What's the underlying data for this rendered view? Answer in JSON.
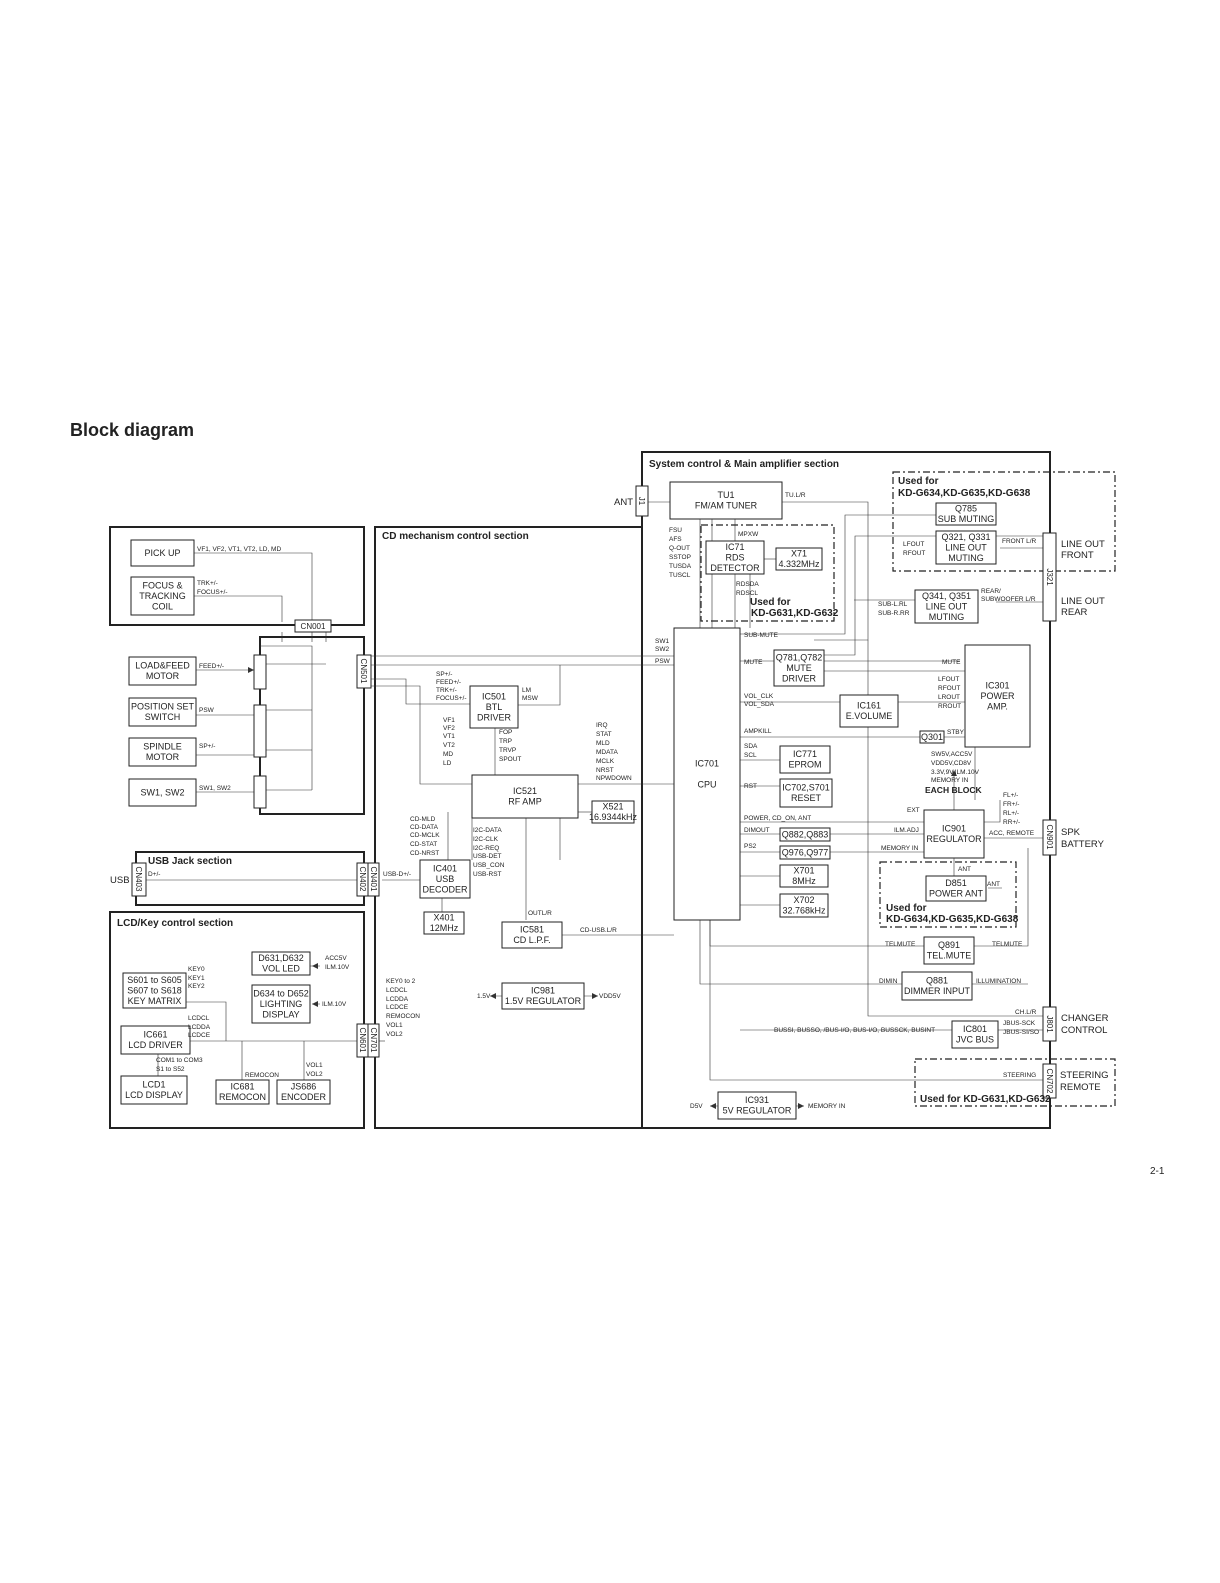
{
  "title": "Block diagram",
  "page_number": "2-1",
  "sections": {
    "system": "System control & Main amplifier section",
    "cd": "CD mechanism control section",
    "usb": "USB Jack section",
    "lcd": "LCD/Key control section"
  },
  "used_for": {
    "kd634_label": "Used for",
    "kd634_models": "KD-G634,KD-G635,KD-G638",
    "kd631_label": "Used for",
    "kd631_models": "KD-G631,KD-G632",
    "ant_label": "Used for",
    "ant_models": "KD-G634,KD-G635,KD-G638",
    "steering": "Used for KD-G631,KD-G632"
  },
  "blocks": [
    {
      "id": "pickup",
      "lines": [
        "PICK UP"
      ]
    },
    {
      "id": "focus",
      "lines": [
        "FOCUS &",
        "TRACKING",
        "COIL"
      ]
    },
    {
      "id": "loadfeed",
      "lines": [
        "LOAD&FEED",
        "MOTOR"
      ]
    },
    {
      "id": "posset",
      "lines": [
        "POSITION SET",
        "SWITCH"
      ]
    },
    {
      "id": "spindle",
      "lines": [
        "SPINDLE",
        "MOTOR"
      ]
    },
    {
      "id": "sw12",
      "lines": [
        "SW1, SW2"
      ]
    },
    {
      "id": "ic501",
      "lines": [
        "IC501",
        "BTL",
        "DRIVER"
      ]
    },
    {
      "id": "ic521",
      "lines": [
        "IC521",
        "RF AMP"
      ]
    },
    {
      "id": "x521",
      "lines": [
        "X521",
        "16.9344kHz"
      ]
    },
    {
      "id": "ic401",
      "lines": [
        "IC401",
        "USB",
        "DECODER"
      ]
    },
    {
      "id": "x401",
      "lines": [
        "X401",
        "12MHz"
      ]
    },
    {
      "id": "ic581",
      "lines": [
        "IC581",
        "CD L.P.F."
      ]
    },
    {
      "id": "ic981",
      "lines": [
        "IC981",
        "1.5V REGULATOR"
      ]
    },
    {
      "id": "tu1",
      "lines": [
        "TU1",
        "FM/AM TUNER"
      ]
    },
    {
      "id": "ic71",
      "lines": [
        "IC71",
        "RDS",
        "DETECTOR"
      ]
    },
    {
      "id": "x71",
      "lines": [
        "X71",
        "4.332MHz"
      ]
    },
    {
      "id": "ic701",
      "lines": [
        "IC701",
        "",
        "CPU"
      ]
    },
    {
      "id": "q781",
      "lines": [
        "Q781,Q782",
        "MUTE",
        "DRIVER"
      ]
    },
    {
      "id": "ic161",
      "lines": [
        "IC161",
        "E.VOLUME"
      ]
    },
    {
      "id": "ic771",
      "lines": [
        "IC771",
        "EPROM"
      ]
    },
    {
      "id": "ic702",
      "lines": [
        "IC702,S701",
        "RESET"
      ]
    },
    {
      "id": "q882",
      "lines": [
        "Q882,Q883"
      ]
    },
    {
      "id": "q976",
      "lines": [
        "Q976,Q977"
      ]
    },
    {
      "id": "x701",
      "lines": [
        "X701",
        "8MHz"
      ]
    },
    {
      "id": "x702",
      "lines": [
        "X702",
        "32.768kHz"
      ]
    },
    {
      "id": "ic931",
      "lines": [
        "IC931",
        "5V REGULATOR"
      ]
    },
    {
      "id": "q785",
      "lines": [
        "Q785",
        "SUB MUTING"
      ]
    },
    {
      "id": "q321",
      "lines": [
        "Q321, Q331",
        "LINE OUT",
        "MUTING"
      ]
    },
    {
      "id": "q341",
      "lines": [
        "Q341, Q351",
        "LINE OUT",
        "MUTING"
      ]
    },
    {
      "id": "ic301",
      "lines": [
        "IC301",
        "POWER",
        "AMP."
      ]
    },
    {
      "id": "q301",
      "lines": [
        "Q301"
      ]
    },
    {
      "id": "ic901",
      "lines": [
        "IC901",
        "REGULATOR"
      ]
    },
    {
      "id": "d851",
      "lines": [
        "D851",
        "POWER ANT"
      ]
    },
    {
      "id": "q891",
      "lines": [
        "Q891",
        "TEL.MUTE"
      ]
    },
    {
      "id": "q881",
      "lines": [
        "Q881",
        "DIMMER INPUT"
      ]
    },
    {
      "id": "ic801",
      "lines": [
        "IC801",
        "JVC BUS"
      ]
    },
    {
      "id": "d631",
      "lines": [
        "D631,D632",
        "VOL LED"
      ]
    },
    {
      "id": "d634",
      "lines": [
        "D634 to D652",
        "LIGHTING",
        "DISPLAY"
      ]
    },
    {
      "id": "s601",
      "lines": [
        "S601 to S605",
        "S607 to S618",
        "KEY MATRIX"
      ]
    },
    {
      "id": "ic661",
      "lines": [
        "IC661",
        "LCD DRIVER"
      ]
    },
    {
      "id": "lcd1",
      "lines": [
        "LCD1",
        "LCD DISPLAY"
      ]
    },
    {
      "id": "ic681",
      "lines": [
        "IC681",
        "REMOCON"
      ]
    },
    {
      "id": "js686",
      "lines": [
        "JS686",
        "ENCODER"
      ]
    }
  ],
  "connectors": [
    {
      "id": "cn001",
      "label": "CN001"
    },
    {
      "id": "cn501",
      "label": "CN501"
    },
    {
      "id": "cn401",
      "label": "CN401"
    },
    {
      "id": "cn402",
      "label": "CN402"
    },
    {
      "id": "cn403",
      "label": "CN403"
    },
    {
      "id": "cn701",
      "label": "CN701"
    },
    {
      "id": "cn601",
      "label": "CN601"
    },
    {
      "id": "j1",
      "label": "J1"
    },
    {
      "id": "j321",
      "label": "J321"
    },
    {
      "id": "cn901",
      "label": "CN901"
    },
    {
      "id": "j801",
      "label": "J801"
    },
    {
      "id": "cn702",
      "label": "CN702"
    }
  ],
  "external": {
    "ant": "ANT",
    "usb": "USB",
    "line_out_front": [
      "LINE OUT",
      "FRONT"
    ],
    "line_out_rear": [
      "LINE OUT",
      "REAR"
    ],
    "spk_battery": [
      "SPK",
      "BATTERY"
    ],
    "changer": [
      "CHANGER",
      "CONTROL"
    ],
    "steering": [
      "STEERING",
      "REMOTE"
    ]
  },
  "signals": {
    "s1": "VF1, VF2, VT1, VT2, LD, MD",
    "s2": [
      "TRK+/-",
      "FOCUS+/-"
    ],
    "s3": "FEED+/-",
    "s4": "PSW",
    "s5": "SP+/-",
    "s6": "SW1, SW2",
    "s7": [
      "SP+/-",
      "FEED+/-",
      "TRK+/-",
      "FOCUS+/-"
    ],
    "s8": [
      "LM",
      "MSW"
    ],
    "s9": [
      "VF1",
      "VF2",
      "VT1",
      "VT2",
      "MD",
      "LD"
    ],
    "s10": [
      "FOP",
      "TRP",
      "TRVP",
      "SPOUT"
    ],
    "s11": [
      "IRQ",
      "STAT",
      "MLD",
      "MDATA",
      "MCLK",
      "NRST",
      "NPWDOWN"
    ],
    "s12": [
      "CD-MLD",
      "CD-DATA",
      "CD-MCLK",
      "CD-STAT",
      "CD-NRST"
    ],
    "s13": [
      "I2C-DATA",
      "I2C-CLK",
      "I2C-REQ",
      "USB-DET",
      "USB_CON",
      "USB-RST"
    ],
    "s14": "D+/-",
    "s15": "USB-D+/-",
    "s16": "OUTL/R",
    "s17": "CD-USB.L/R",
    "s18": "1.5V",
    "s19": "VDD5V",
    "s20": [
      "FSU",
      "AFS",
      "Q-OUT",
      "SSTOP",
      "TUSDA",
      "TUSCL"
    ],
    "s21": "MPXW",
    "s22": [
      "RDSDA",
      "RDSCL"
    ],
    "s23": "TU.L/R",
    "s24": [
      "SW1",
      "SW2"
    ],
    "s25": "PSW",
    "s26": "SUB-MUTE",
    "s27": "MUTE",
    "s28": [
      "VOL_CLK",
      "VOL_SDA"
    ],
    "s29": "AMPKILL",
    "s30": [
      "SDA",
      "SCL"
    ],
    "s31": "RST",
    "s32": "POWER, CD_ON, ANT",
    "s33": "DIMOUT",
    "s34": "PS2",
    "s35": [
      "LFOUT",
      "RFOUT"
    ],
    "s36": "FRONT L/R",
    "s37": [
      "REAR/",
      "SUBWOOFER L/R"
    ],
    "s38": [
      "SUB-L.RL",
      "SUB-R.RR"
    ],
    "s39": "MUTE",
    "s40": [
      "LFOUT",
      "RFOUT",
      "LROUT",
      "RROUT"
    ],
    "s41": "STBY",
    "s42": [
      "SW5V,ACC5V",
      "VDD5V,CD8V",
      "3.3V,9V,ILM.10V",
      "MEMORY IN"
    ],
    "s43": "EACH BLOCK",
    "s44": [
      "FL+/-",
      "FR+/-",
      "RL+/-",
      "RR+/-"
    ],
    "s45": "EXT",
    "s46": "ILM.ADJ",
    "s47": "MEMORY IN",
    "s48": "ACC, REMOTE",
    "s49": "ANT",
    "s50": "ANT",
    "s51": "TELMUTE",
    "s52": "TELMUTE",
    "s53": "DIMIN",
    "s54": "ILLUMINATION",
    "s55": "CH.L/R",
    "s56": [
      "JBUS-SCK",
      "JBUS-SI/SO"
    ],
    "s57": "BUSSI, BUSSO, /BUS-I/O, BUS-I/O, BUSSCK, BUSINT",
    "s58": "STEERING",
    "s59": "D5V",
    "s60": "MEMORY IN",
    "s61": [
      "KEY0 to 2",
      "LCDCL",
      "LCDDA",
      "LCDCE",
      "REMOCON",
      "VOL1",
      "VOL2"
    ],
    "s62": [
      "ACC5V",
      "ILM.10V"
    ],
    "s63": "ILM.10V",
    "s64": [
      "KEY0",
      "KEY1",
      "KEY2"
    ],
    "s65": [
      "LCDCL",
      "LCDDA",
      "LCDCE"
    ],
    "s66": [
      "COM1 to COM3",
      "S1 to S52"
    ],
    "s67": "REMOCON",
    "s68": [
      "VOL1",
      "VOL2"
    ]
  }
}
